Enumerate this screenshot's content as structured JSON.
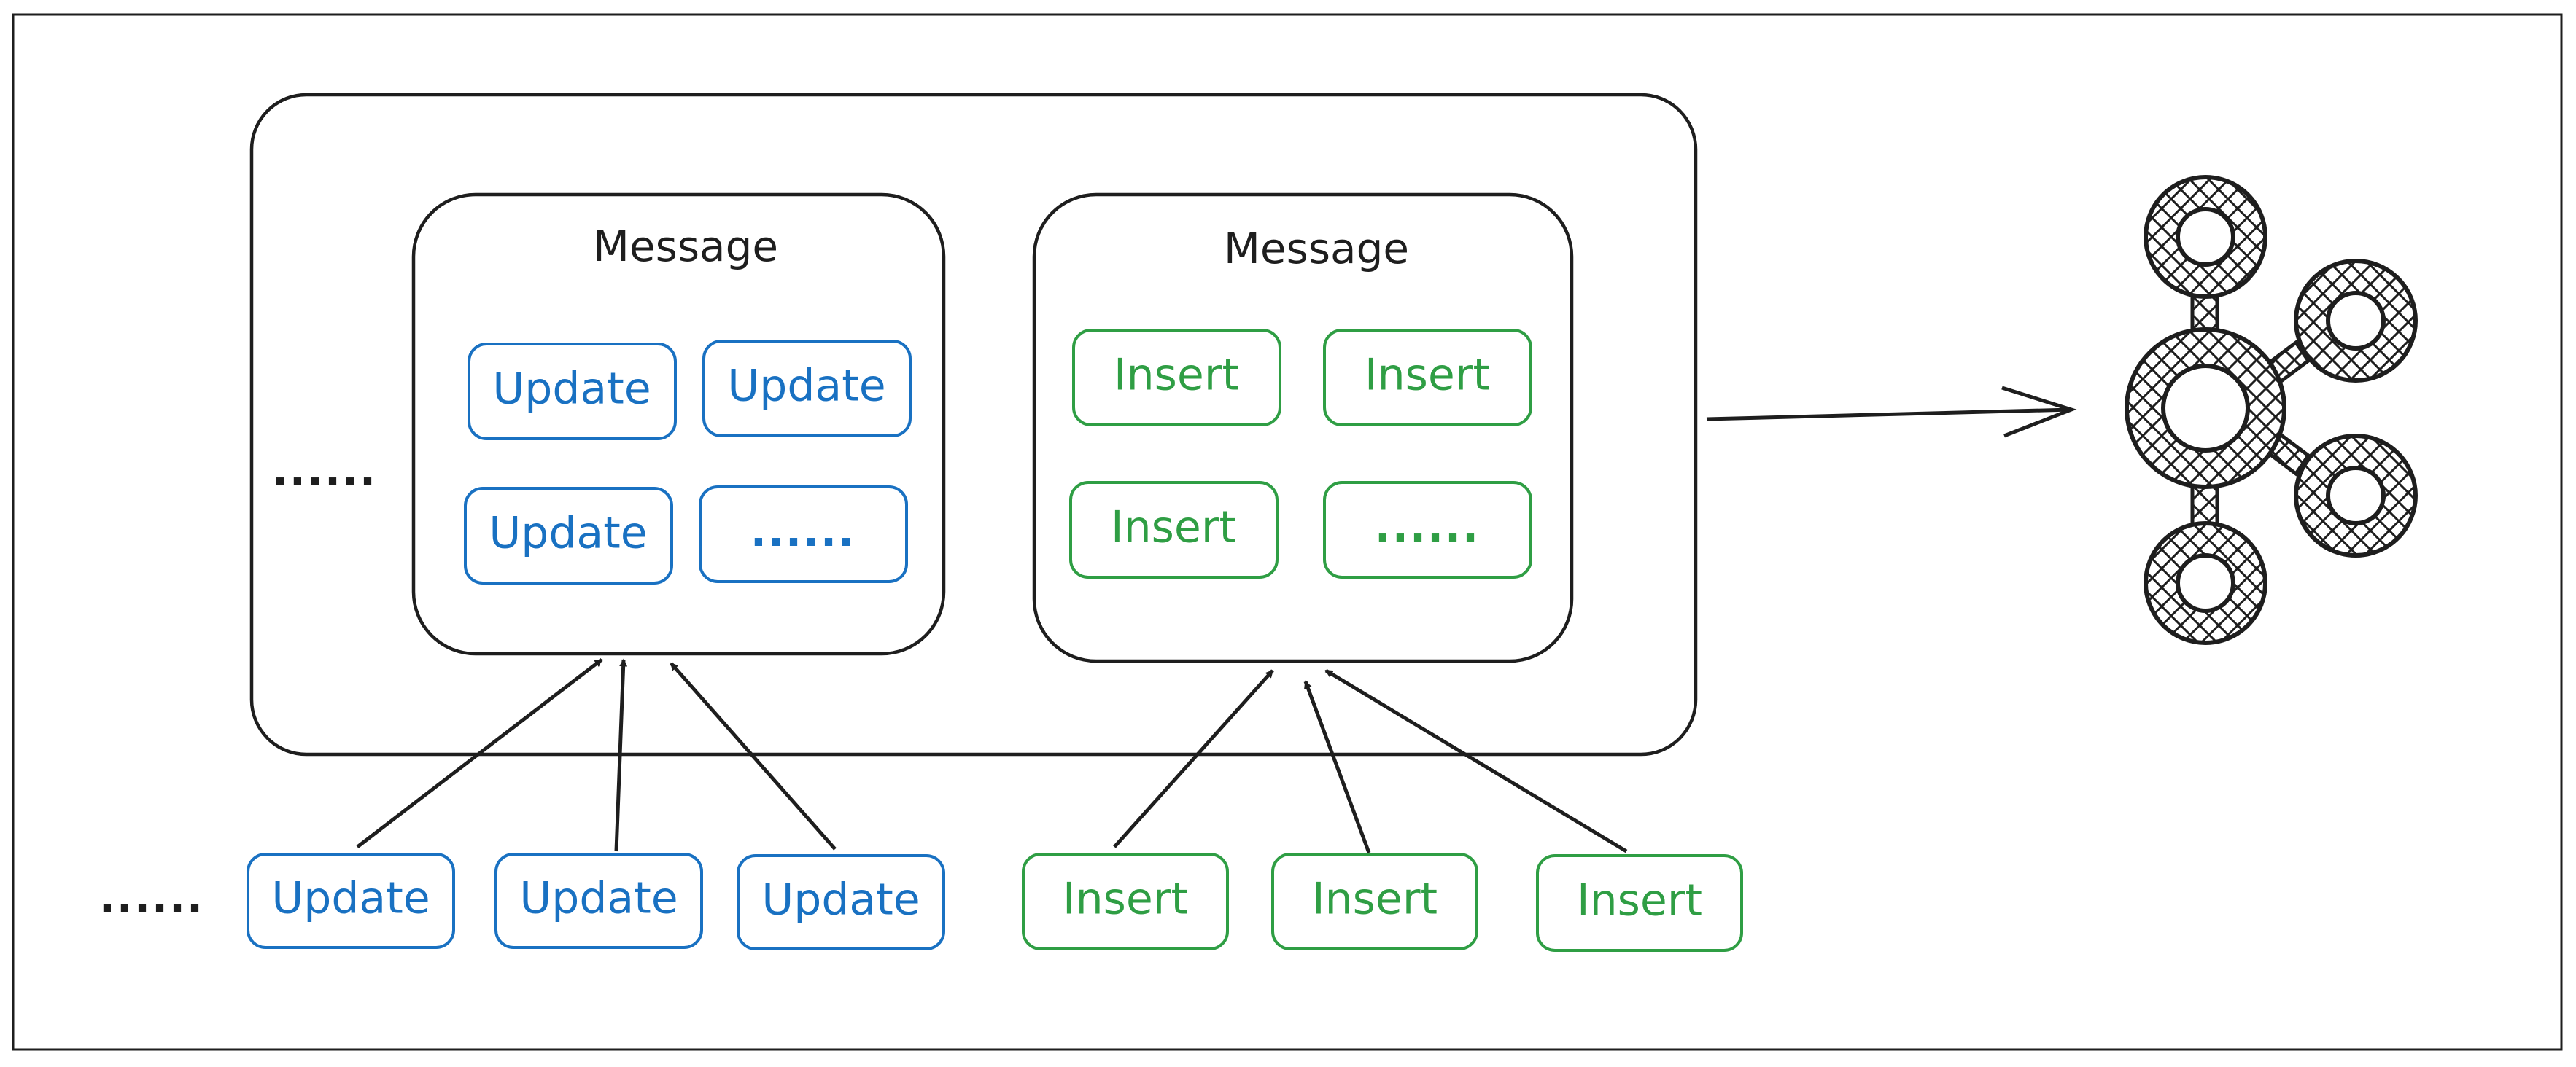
{
  "batch": {
    "ellipsis": "......",
    "messages": [
      {
        "title": "Message",
        "items": [
          "Update",
          "Update",
          "Update",
          "......"
        ]
      },
      {
        "title": "Message",
        "items": [
          "Insert",
          "Insert",
          "Insert",
          "......"
        ]
      }
    ]
  },
  "incoming": {
    "ellipsis": "......",
    "updates": [
      "Update",
      "Update",
      "Update"
    ],
    "inserts": [
      "Insert",
      "Insert",
      "Insert"
    ]
  },
  "colors": {
    "update": "#1971c2",
    "insert": "#2f9e44",
    "stroke": "#1e1e1e"
  },
  "icons": {
    "target": "graph-nodes-icon"
  }
}
